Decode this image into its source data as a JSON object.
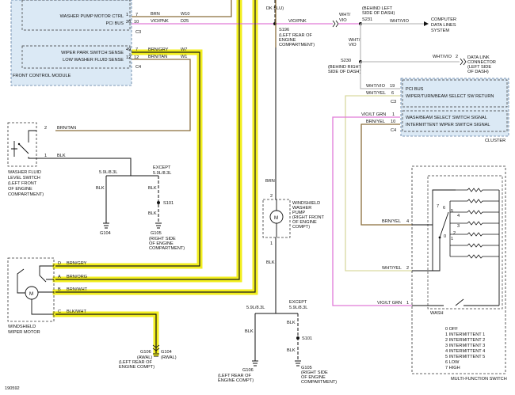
{
  "colors": {
    "highlight": "#f2ee1e",
    "wire_dark": "#1a1a1a",
    "wire_brown": "#8a6d3b",
    "wire_violet_pink": "#e07ad8",
    "wire_white": "#bdbdbd",
    "wire_white_yellow": "#d9d9a0",
    "module_fill": "#dbe9f5",
    "module_border": "#5a7aa0"
  },
  "front_control_module": {
    "title": "FRONT CONTROL MODULE",
    "pins": [
      {
        "label": "WASHER PUMP MOTOR CTRL",
        "num": "1",
        "wire": "BRN",
        "circuit": "W10"
      },
      {
        "label": "PCI BUS",
        "num": "26",
        "wire": "VIO/PNK",
        "circuit": "D25"
      },
      {
        "label": "WIPER PARK SWITCH SENSE",
        "num": "49",
        "wire": "BRN/GRY",
        "circuit": "W7"
      },
      {
        "label": "LOW WASHER FLUID SENSE",
        "num": "12",
        "wire": "BRN/TAN",
        "circuit": "W1"
      }
    ],
    "c3_pins": [
      "7",
      "10"
    ],
    "c3": "C3",
    "c4_pins": [
      "7",
      "12"
    ],
    "c4": "C4"
  },
  "top": {
    "dk_blu": "DK BLU)",
    "s196": "S196",
    "s196_loc": [
      "(LEFT REAR OF",
      "ENGINE",
      "COMPARTMENT)"
    ],
    "wht_vio_a": "WHT/",
    "wht_vio_b": "VIO",
    "s231_loc": [
      "(BEHIND LEFT",
      "SIDE OF DASH)"
    ],
    "s231": "S231",
    "wht_vio_right": "WHT/VIO",
    "computer": [
      "COMPUTER",
      "DATA LINES",
      "SYSTEM"
    ],
    "wht_vio_mid_a": "WHT/",
    "wht_vio_mid_b": "VIO",
    "wht_vio_dlc": "WHT/VIO",
    "dlc_pin": "2",
    "dlc": [
      "DATA LINK",
      "CONNECTOR",
      "(LEFT SIDE",
      "OF DASH)"
    ],
    "s230": "S230",
    "s230_loc": [
      "(BEHIND RIGHT",
      "SIDE OF DASH)"
    ]
  },
  "cluster": {
    "title": "CLUSTER",
    "pci_bus": "PCI BUS",
    "wiper_return": "WIPER/TURN/BEAM SELECT SW RETURN",
    "wash_beam": "WASH/BEAM SELECT SWITCH SIGNAL",
    "intermittent": "INTERMITTENT WIPER SWITCH SIGNAL",
    "wire1": "WHT/VIO",
    "pin1": "19",
    "wire2": "WHT/YEL",
    "pin2": "6",
    "c3": "C3",
    "wire3": "VIO/LT GRN",
    "pin3": "1",
    "wire4": "BRN/YEL",
    "pin4": "10",
    "c4": "C4"
  },
  "washer_fluid_switch": {
    "pin2": "2",
    "wire2": "BRN/TAN",
    "pin1": "1",
    "wire1": "BLK",
    "label": [
      "WASHER FLUID",
      "LEVEL SWITCH",
      "(LEFT FRONT",
      "OF ENGINE",
      "COMPARTMENT)"
    ]
  },
  "ground_left": {
    "engine_a": "5.9L/8.3L",
    "except_a": "EXCEPT",
    "engine_b": "5.9L/8.3L",
    "blk1": "BLK",
    "blk2": "BLK",
    "s101": "S101",
    "blk3": "BLK",
    "g104": "G104",
    "g105": "G105",
    "g105_loc": [
      "(RIGHT SIDE",
      "OF ENGINE",
      "COMPARTMENT)"
    ]
  },
  "washer_pump": {
    "wire_top": "BRN",
    "pin2": "2",
    "pin1": "1",
    "motor": "M",
    "label": [
      "WINDSHIELD",
      "WASHER",
      "PUMP",
      "(RIGHT FRONT",
      "OF ENGINE",
      "COMPT)"
    ],
    "wire_bottom": "BLK"
  },
  "wiper_motor": {
    "pins": [
      {
        "pin": "D",
        "wire": "BRN/GRY"
      },
      {
        "pin": "A",
        "wire": "BRN/ORG"
      },
      {
        "pin": "B",
        "wire": "BRN/WHT"
      },
      {
        "pin": "C",
        "wire": "BLK/WHT"
      }
    ],
    "motor": "M",
    "label": [
      "WINDSHIELD",
      "WIPER MOTOR"
    ],
    "g106": "G106",
    "g106_loc": [
      "(AWAL)",
      "(LEFT REAR OF",
      "ENGINE COMPT)"
    ],
    "g104": "G104",
    "g104_loc": "(RWAL)"
  },
  "ground_bottom": {
    "engine_a": "5.9L/8.3L",
    "except_a": "EXCEPT",
    "engine_b": "5.9L/8.3L",
    "blk1": "BLK",
    "blk2": "BLK",
    "s101": "S101",
    "blk3": "BLK",
    "g106": "G106",
    "g106_loc": [
      "(LEFT REAR OF",
      "ENGINE COMPT)"
    ],
    "g105": "G105",
    "g105_loc": [
      "(RIGHT SIDE",
      "OF ENGINE",
      "COMPARTMENT)"
    ]
  },
  "multifunction": {
    "title": "MULTI-FUNCTION SWITCH",
    "wire4": "BRN/YEL",
    "pin4": "4",
    "wire2": "WHT/YEL",
    "pin2": "2",
    "wire1": "VIO/LT GRN",
    "pin1": "1",
    "wash": "WASH",
    "positions": [
      "7",
      "6",
      "5",
      "4",
      "3",
      "2",
      "1",
      "0"
    ],
    "legend": [
      "0 OFF",
      "1 INTERMITTENT 1",
      "2 INTERMITTENT 2",
      "3 INTERMITTENT 3",
      "4 INTERMITTENT 4",
      "5 INTERMITTENT 5",
      "6 LOW",
      "7 HIGH"
    ]
  },
  "footer": {
    "id": "190592"
  }
}
